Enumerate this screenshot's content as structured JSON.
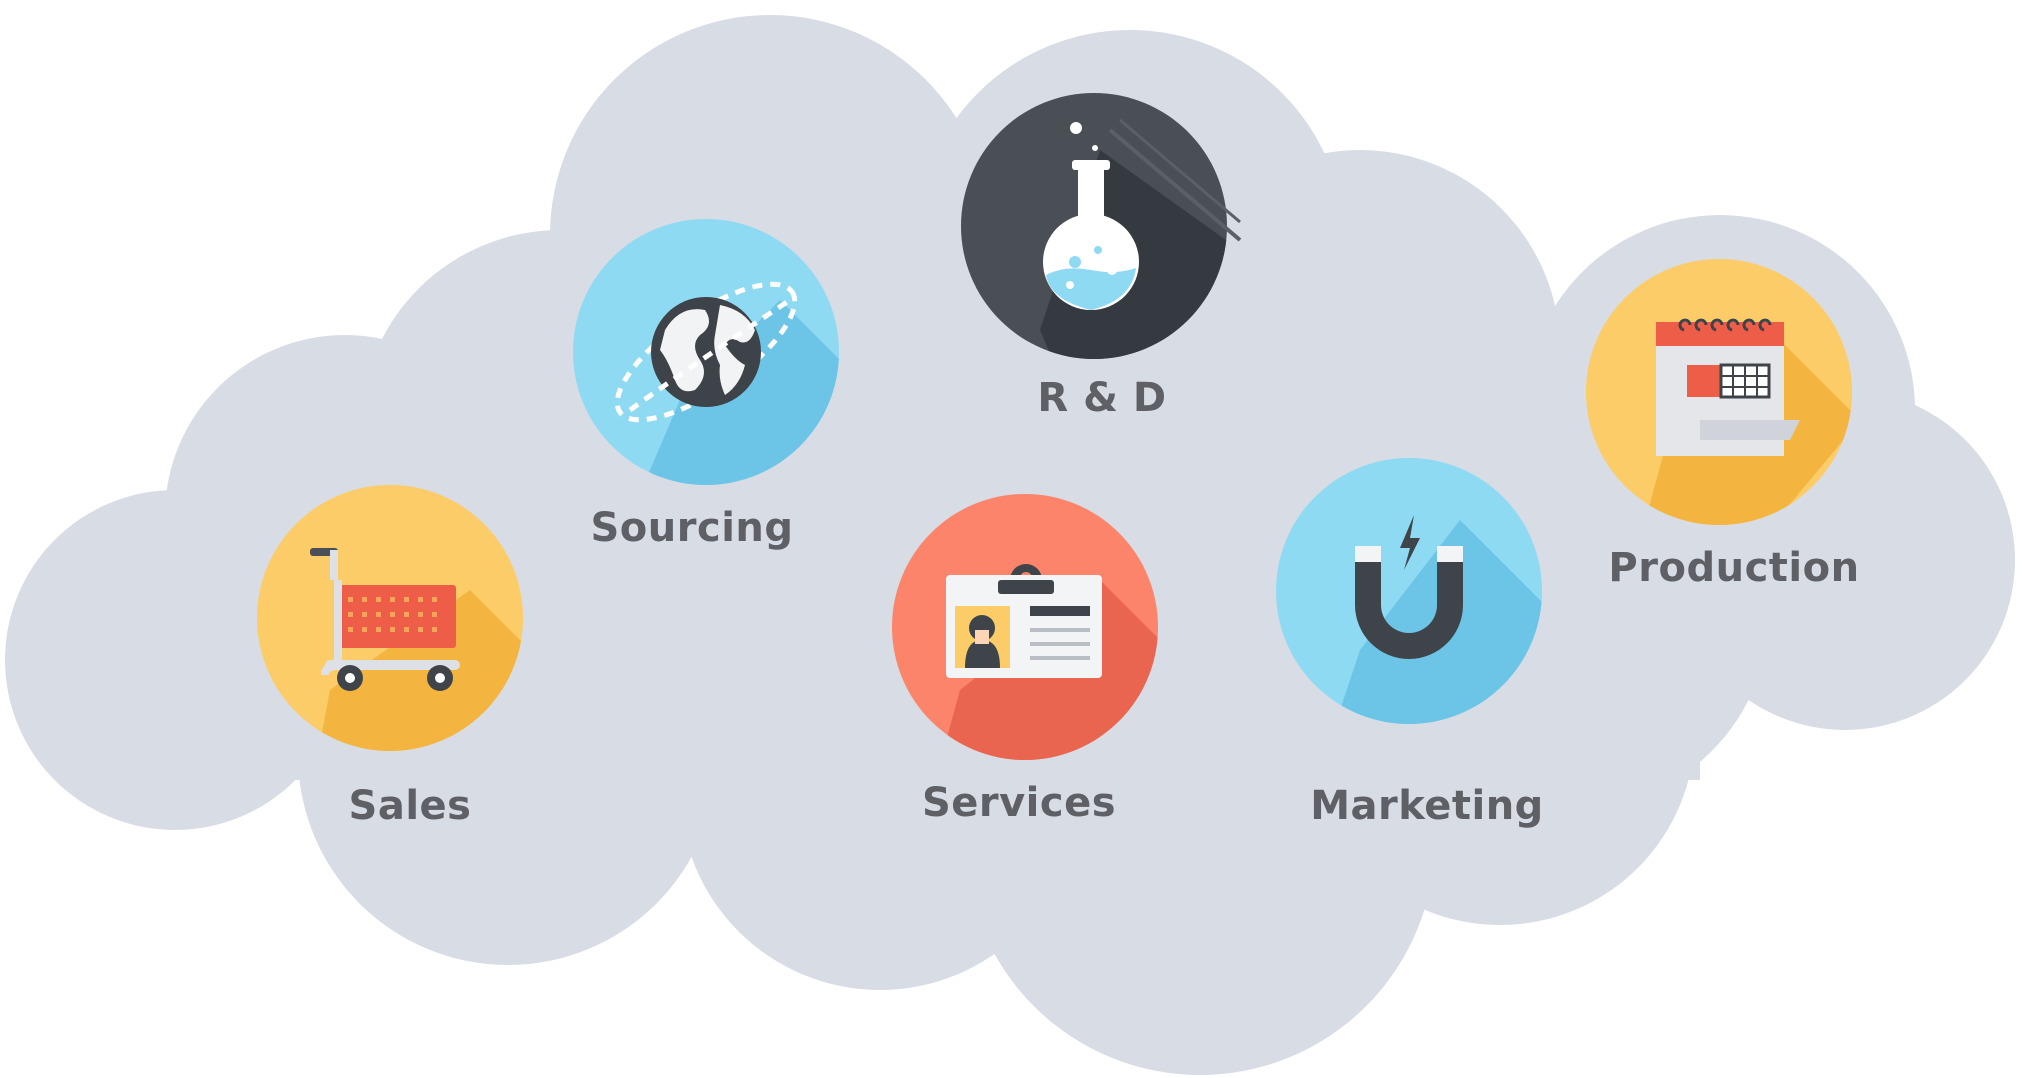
{
  "colors": {
    "cloud": "#d8dce5",
    "label": "#5e6066",
    "yellow": "#fbcc68",
    "yellow_shadow": "#f4b540",
    "blue": "#8fdaf3",
    "blue_shadow": "#6cc5e6",
    "dark": "#4a4f56",
    "dark_shadow": "#353940",
    "coral": "#fb846a",
    "coral_shadow": "#ea6550"
  },
  "nodes": {
    "sales": {
      "label": "Sales",
      "icon": "shopping-cart-icon"
    },
    "sourcing": {
      "label": "Sourcing",
      "icon": "globe-icon"
    },
    "rnd": {
      "label": "R & D",
      "icon": "flask-icon"
    },
    "services": {
      "label": "Services",
      "icon": "id-badge-icon"
    },
    "marketing": {
      "label": "Marketing",
      "icon": "magnet-icon"
    },
    "production": {
      "label": "Production",
      "icon": "calendar-icon"
    }
  }
}
